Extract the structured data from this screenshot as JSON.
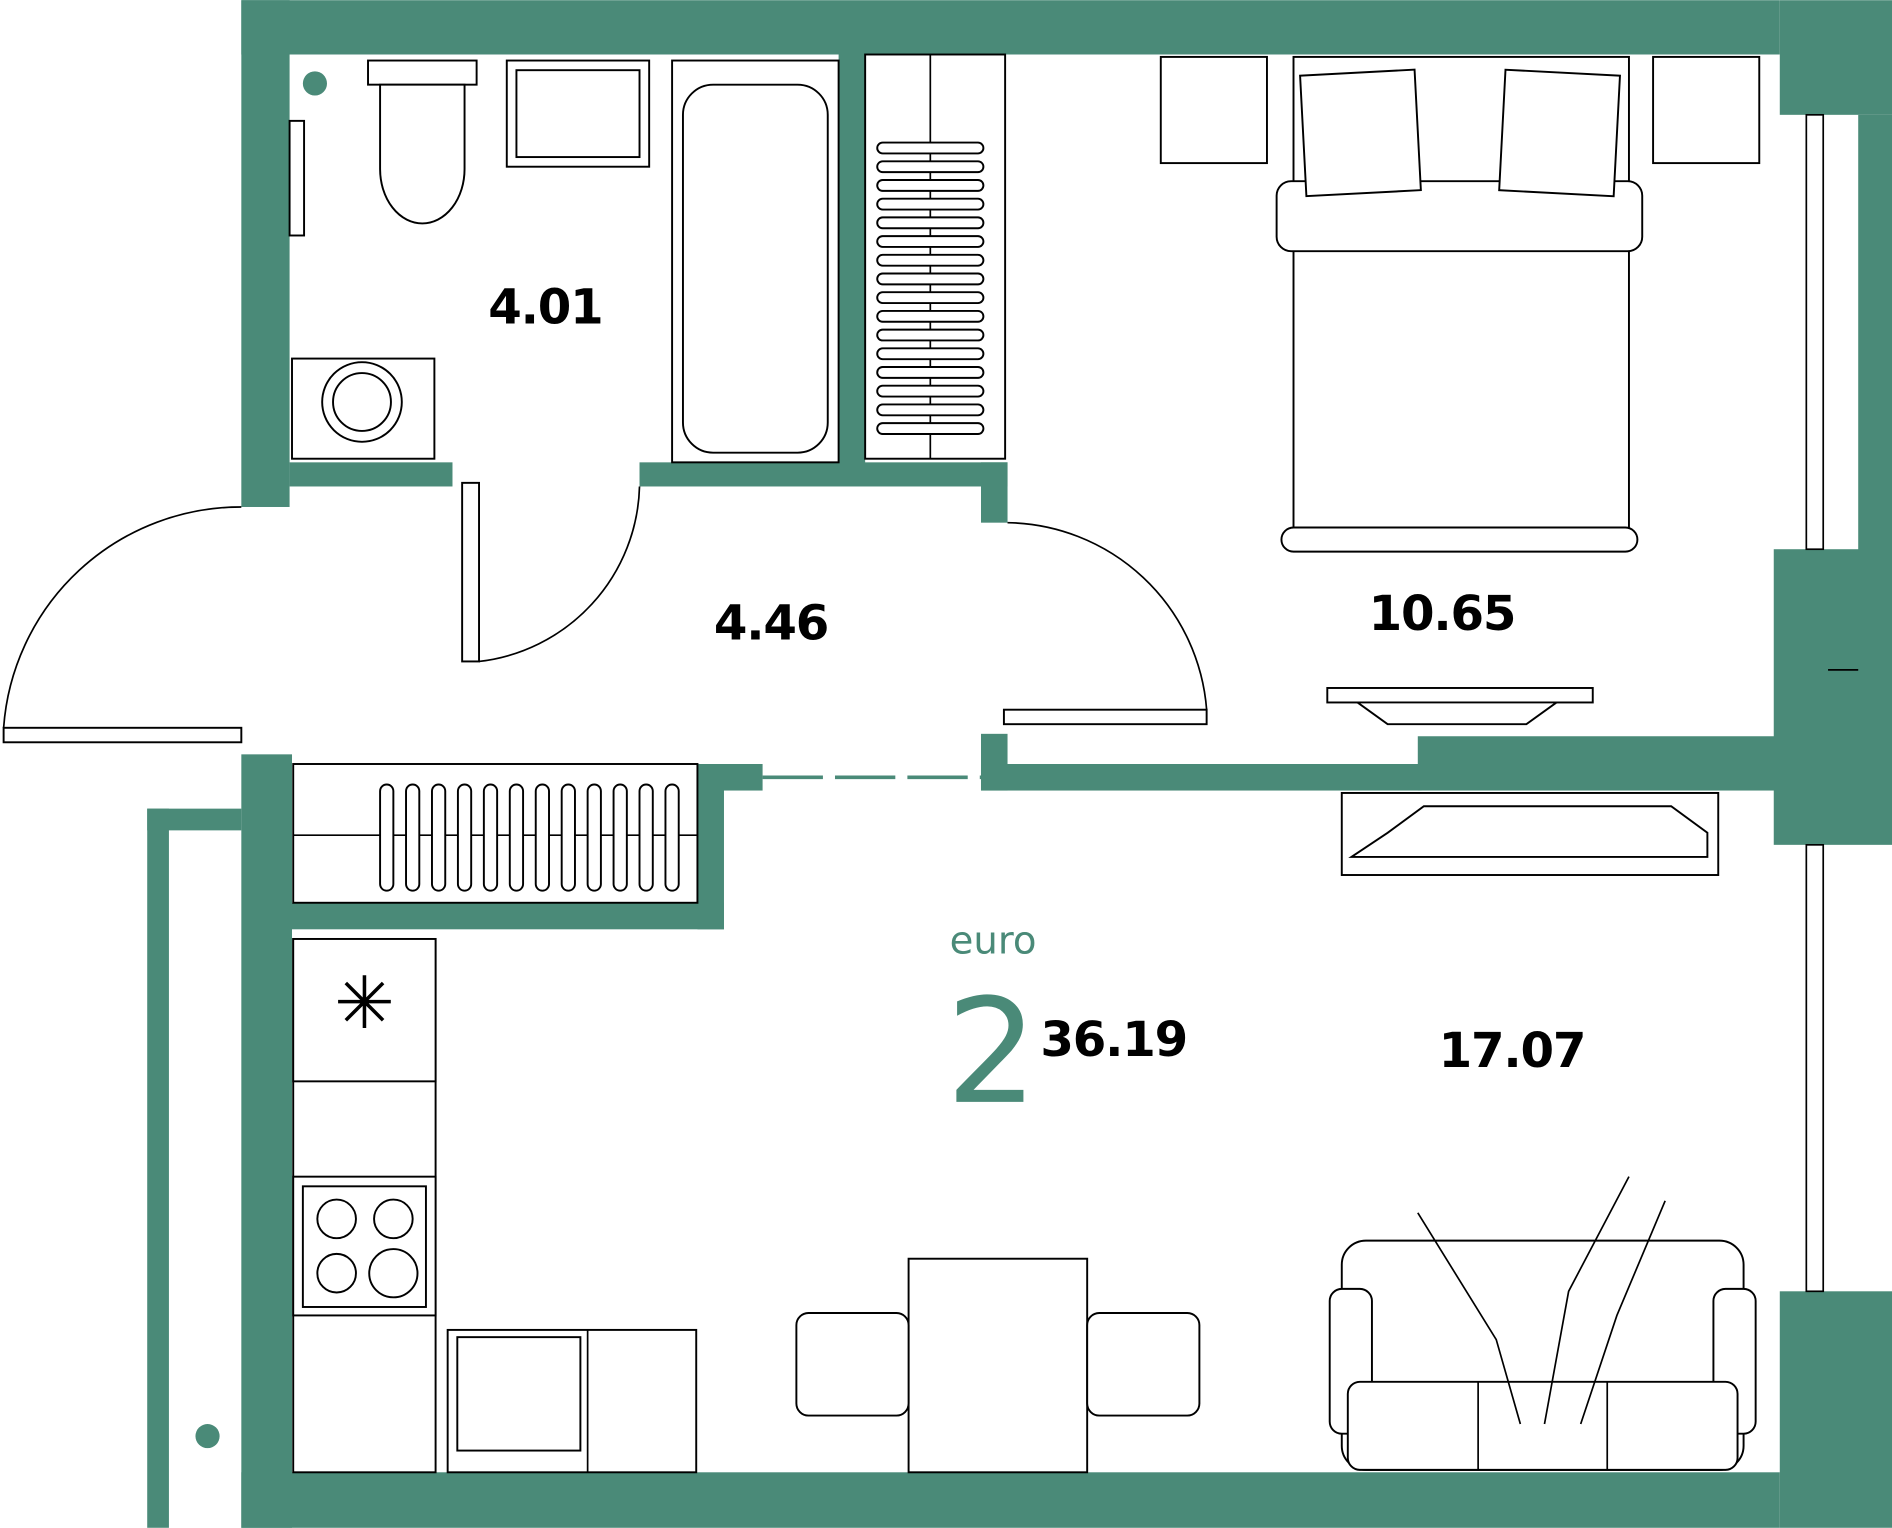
{
  "plan": {
    "type_label": "euro",
    "rooms_count": "2",
    "total_area": "36.19",
    "accent_color": "#4a8a78",
    "rooms": [
      {
        "name": "bathroom",
        "area": "4.01"
      },
      {
        "name": "hallway",
        "area": "4.46"
      },
      {
        "name": "bedroom",
        "area": "10.65"
      },
      {
        "name": "living-kitchen",
        "area": "17.07"
      }
    ]
  }
}
